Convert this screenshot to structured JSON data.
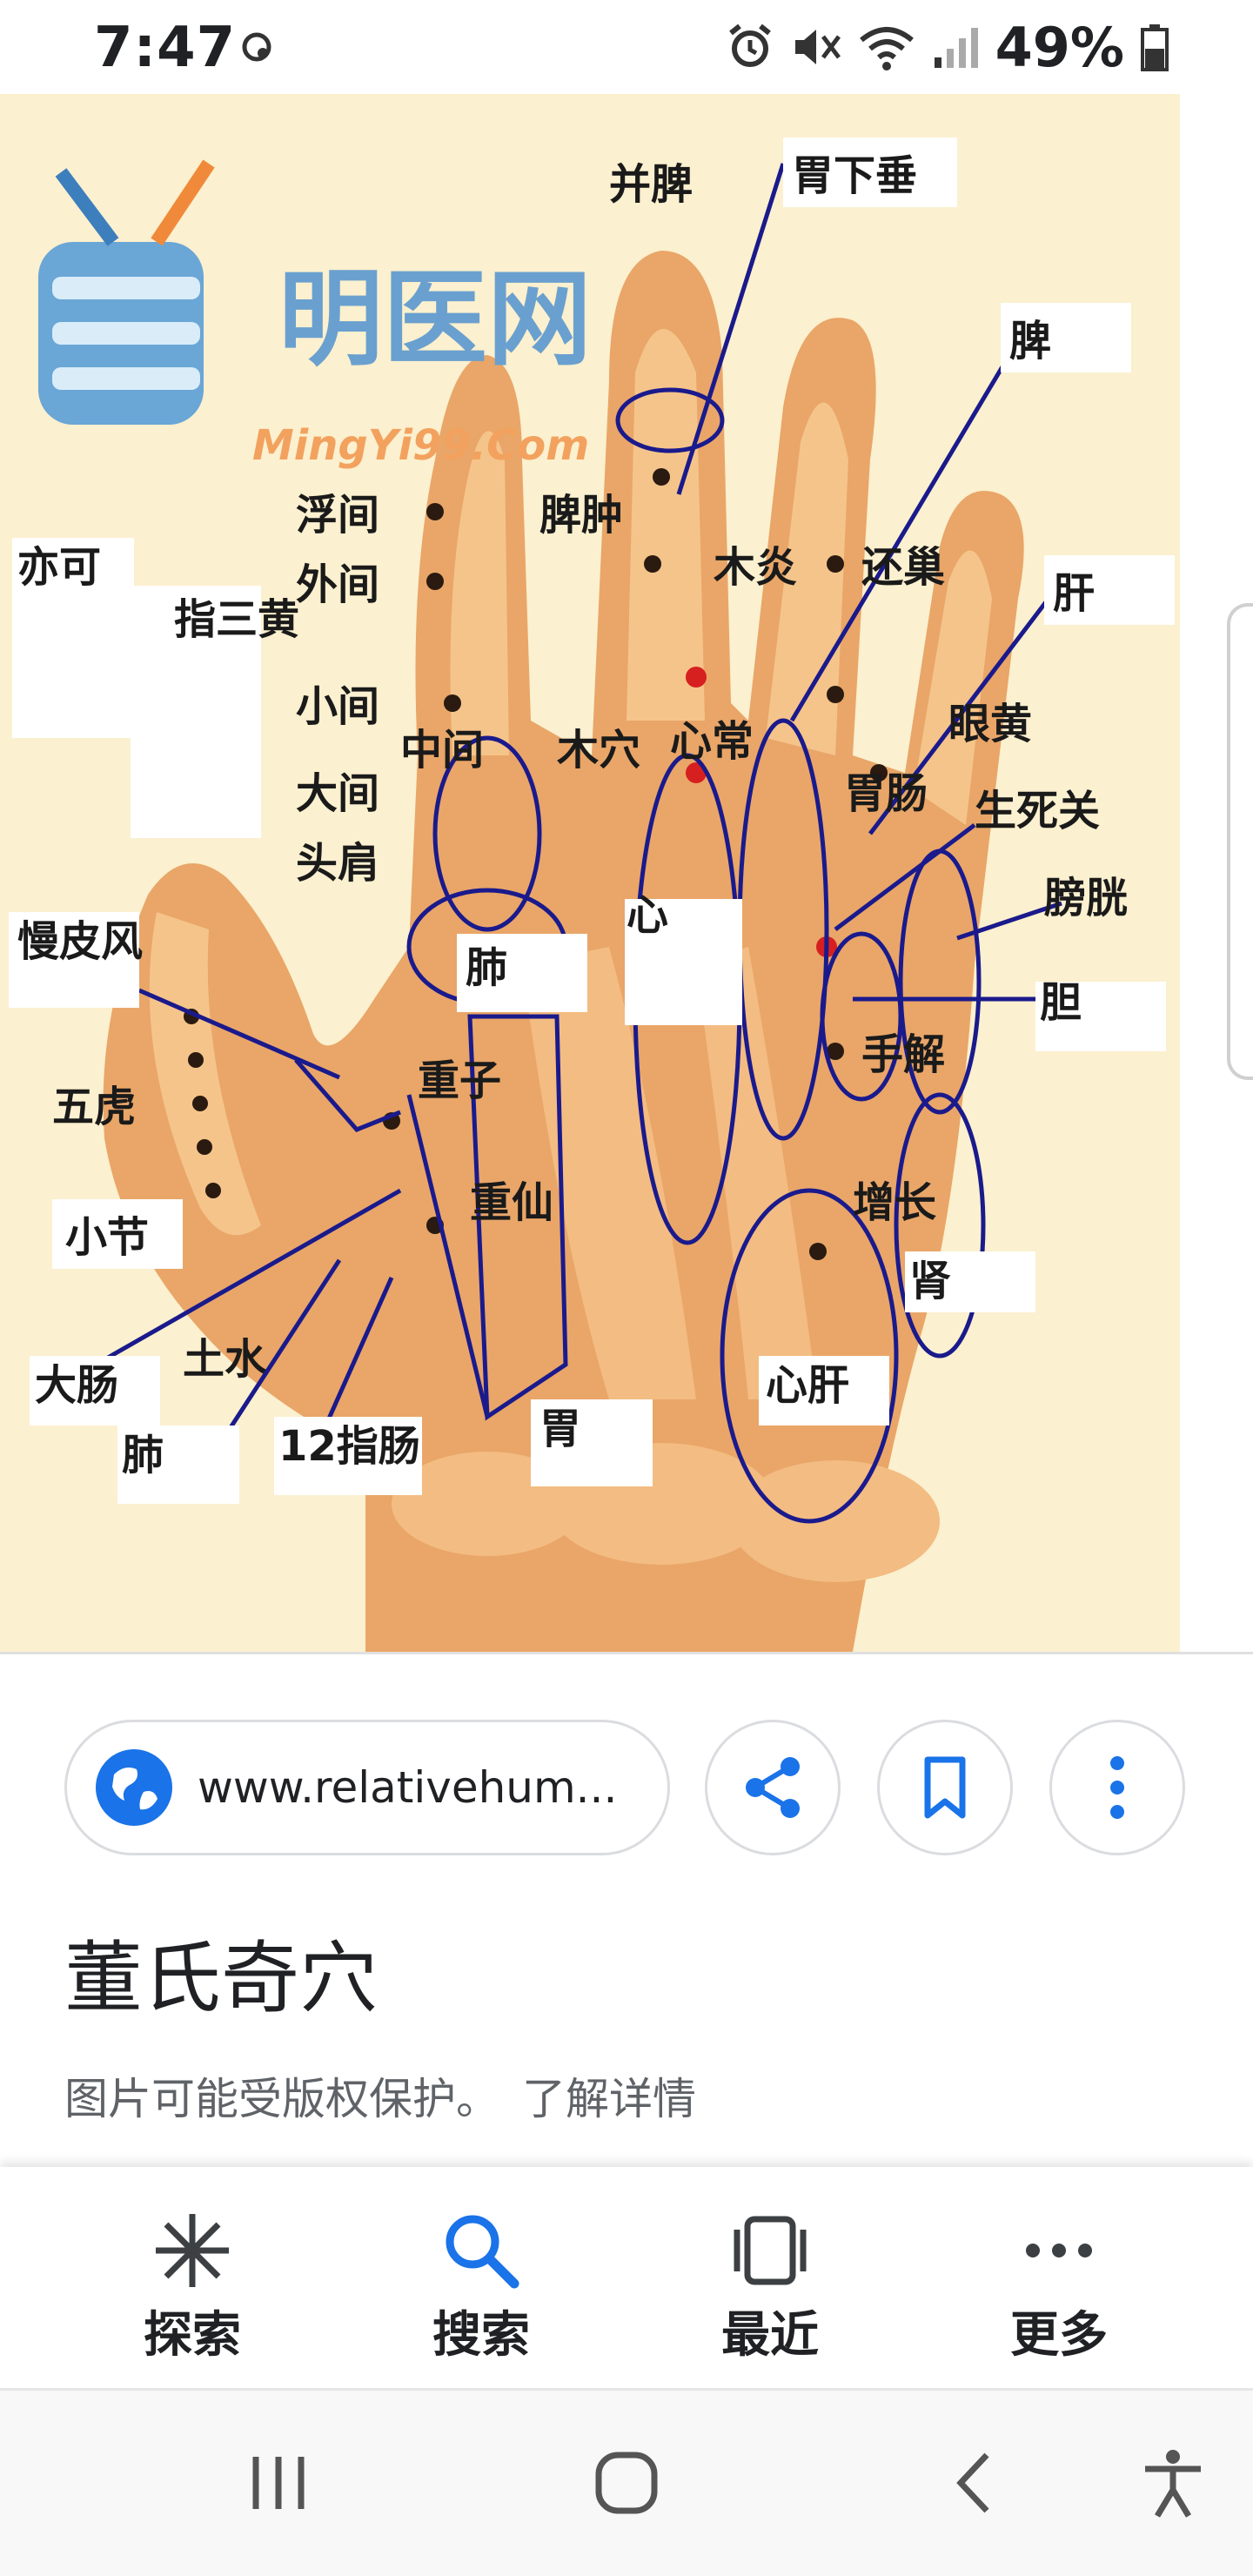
{
  "status_bar": {
    "time": "7:47",
    "battery": "49%",
    "icons": [
      "alarm-icon",
      "mute-icon",
      "wifi-icon",
      "signal-icon",
      "battery-icon"
    ]
  },
  "image": {
    "watermark_cn": "明医网",
    "watermark_en": "MingYi99.Com",
    "labels": [
      {
        "id": "l1",
        "text": "胃下垂"
      },
      {
        "id": "l2",
        "text": "并脾"
      },
      {
        "id": "l3",
        "text": "脾"
      },
      {
        "id": "l4",
        "text": "浮间"
      },
      {
        "id": "l5",
        "text": "外间"
      },
      {
        "id": "l6",
        "text": "脾肿"
      },
      {
        "id": "l7",
        "text": "木炎"
      },
      {
        "id": "l8",
        "text": "还巢"
      },
      {
        "id": "l9",
        "text": "肝"
      },
      {
        "id": "l10",
        "text": "亦可"
      },
      {
        "id": "l11",
        "text": "指三黄"
      },
      {
        "id": "l12",
        "text": "小间"
      },
      {
        "id": "l13",
        "text": "中间"
      },
      {
        "id": "l14",
        "text": "木穴"
      },
      {
        "id": "l15",
        "text": "心常"
      },
      {
        "id": "l16",
        "text": "眼黄"
      },
      {
        "id": "l17",
        "text": "大间"
      },
      {
        "id": "l18",
        "text": "胃肠"
      },
      {
        "id": "l19",
        "text": "生死关"
      },
      {
        "id": "l20",
        "text": "头肩"
      },
      {
        "id": "l21",
        "text": "膀胱"
      },
      {
        "id": "l22",
        "text": "慢皮风"
      },
      {
        "id": "l23",
        "text": "肺"
      },
      {
        "id": "l24",
        "text": "心"
      },
      {
        "id": "l25",
        "text": "胆"
      },
      {
        "id": "l26",
        "text": "重子"
      },
      {
        "id": "l27",
        "text": "手解"
      },
      {
        "id": "l28",
        "text": "五虎"
      },
      {
        "id": "l29",
        "text": "重仙"
      },
      {
        "id": "l30",
        "text": "增长"
      },
      {
        "id": "l31",
        "text": "小节"
      },
      {
        "id": "l32",
        "text": "肾"
      },
      {
        "id": "l33",
        "text": "土水"
      },
      {
        "id": "l34",
        "text": "大肠"
      },
      {
        "id": "l35",
        "text": "心肝"
      },
      {
        "id": "l36",
        "text": "胃"
      },
      {
        "id": "l37",
        "text": "肺"
      },
      {
        "id": "l38",
        "text": "12指肠"
      }
    ]
  },
  "actions": {
    "url": "www.relativehum...",
    "share_label": "share",
    "save_label": "save",
    "more_label": "more"
  },
  "title": "董氏奇穴",
  "copyright_notice": "图片可能受版权保护。",
  "learn_more": "了解详情",
  "bottom_nav": [
    {
      "label": "探索",
      "icon": "discover-icon"
    },
    {
      "label": "搜索",
      "icon": "search-icon"
    },
    {
      "label": "最近",
      "icon": "recent-icon"
    },
    {
      "label": "更多",
      "icon": "more-icon"
    }
  ],
  "colors": {
    "accent": "#1a73e8",
    "label_blue": "#1a1a8c",
    "skin": "#e9a668",
    "bg_cream": "#fbf0cf"
  }
}
